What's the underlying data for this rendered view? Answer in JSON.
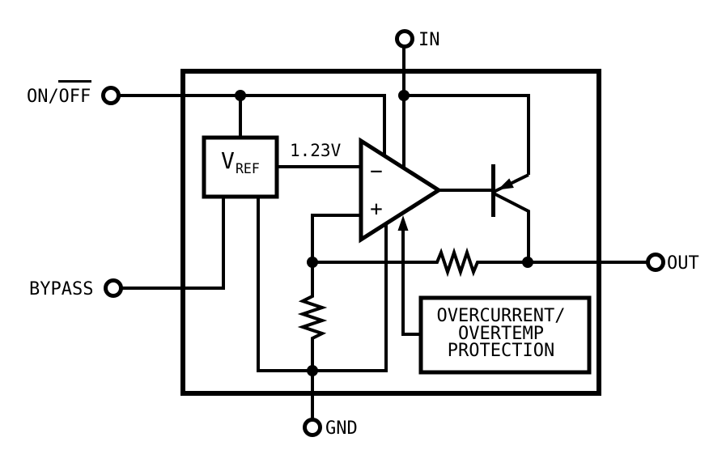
{
  "colors": {
    "line": "#000000",
    "background": "#ffffff"
  },
  "pins": {
    "on_off": {
      "prefix": "ON/",
      "overbar": "OFF"
    },
    "in": "IN",
    "out": "OUT",
    "gnd": "GND",
    "bypass": "BYPASS"
  },
  "reference_block": {
    "symbol": "V",
    "subscript": "REF",
    "output_voltage": "1.23V"
  },
  "error_amp": {
    "inverting_sign": "−",
    "noninverting_sign": "+"
  },
  "protection_block": {
    "line1": "OVERCURRENT/",
    "line2": "OVERTEMP",
    "line3": "PROTECTION"
  }
}
